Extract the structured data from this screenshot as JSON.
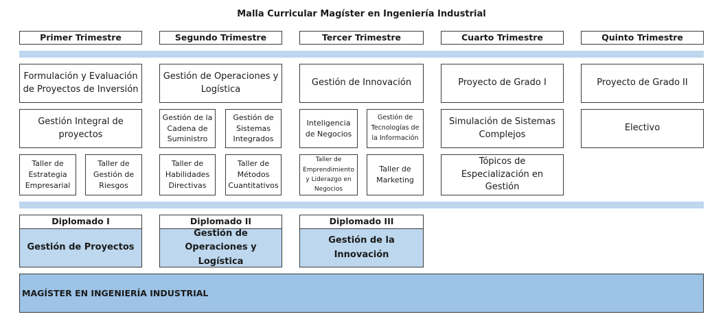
{
  "title": "Malla Curricular Magíster en Ingeniería Industrial",
  "trimesters": [
    "Primer Trimestre",
    "Segundo Trimestre",
    "Tercer Trimestre",
    "Cuarto Trimestre",
    "Quinto Trimestre"
  ],
  "courses": {
    "t1": {
      "formulacion": "Formulación y Evaluación de Proyectos de Inversión",
      "gestion_integral": "Gestión Integral de proyectos",
      "taller_estrategia": "Taller de Estrategia Empresarial",
      "taller_riesgos": "Taller de Gestión de Riesgos"
    },
    "t2": {
      "operaciones": "Gestión de Operaciones y Logística",
      "cadena": "Gestión de la Cadena de Suministro",
      "sistemas": "Gestión de Sistemas Integrados",
      "habilidades": "Taller de Habilidades Directivas",
      "metodos": "Taller de Métodos Cuantitativos"
    },
    "t3": {
      "innovacion": "Gestión de Innovación",
      "inteligencia": "Inteligencia de Negocios",
      "tecnologias": "Gestión de Tecnologías de la Información",
      "emprendimiento": "Taller de Emprendimiento y Liderazgo en Negocios",
      "marketing": "Taller de Marketing"
    },
    "t4": {
      "proyecto_1": "Proyecto de Grado I",
      "simulacion": "Simulación de Sistemas Complejos",
      "topicos": "Tópicos de Especialización en Gestión"
    },
    "t5": {
      "proyecto_2": "Proyecto de Grado II",
      "electivo": "Electivo"
    }
  },
  "diplomados": [
    {
      "title": "Diplomado I",
      "name": "Gestión de Proyectos"
    },
    {
      "title": "Diplomado II",
      "name": "Gestión de Operaciones y Logística"
    },
    {
      "title": "Diplomado III",
      "name": "Gestión de la Innovación"
    }
  ],
  "footer": "MAGÍSTER EN INGENIERÍA INDUSTRIAL",
  "colors": {
    "band": "#bdd7ee",
    "diplomado_fill": "#bdd7ee",
    "footer_fill": "#9dc3e6",
    "border": "#3a3a3a"
  }
}
